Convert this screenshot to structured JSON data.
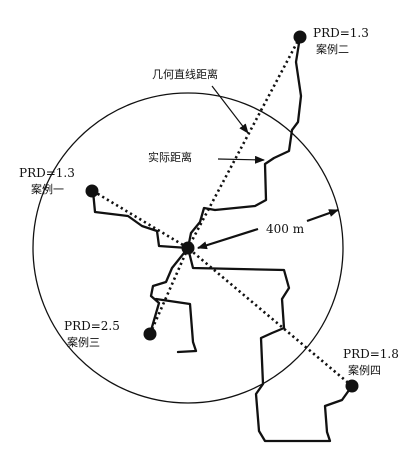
{
  "diagram": {
    "labels": {
      "straight_distance": "几何直线距离",
      "actual_distance": "实际距离",
      "radius": "400 m"
    },
    "cases": [
      {
        "prd": "PRD=1.3",
        "name": "案例一"
      },
      {
        "prd": "PRD=1.3",
        "name": "案例二"
      },
      {
        "prd": "PRD=2.5",
        "name": "案例三"
      },
      {
        "prd": "PRD=1.8",
        "name": "案例四"
      }
    ],
    "colors": {
      "ink": "#111111",
      "background": "#ffffff"
    }
  }
}
